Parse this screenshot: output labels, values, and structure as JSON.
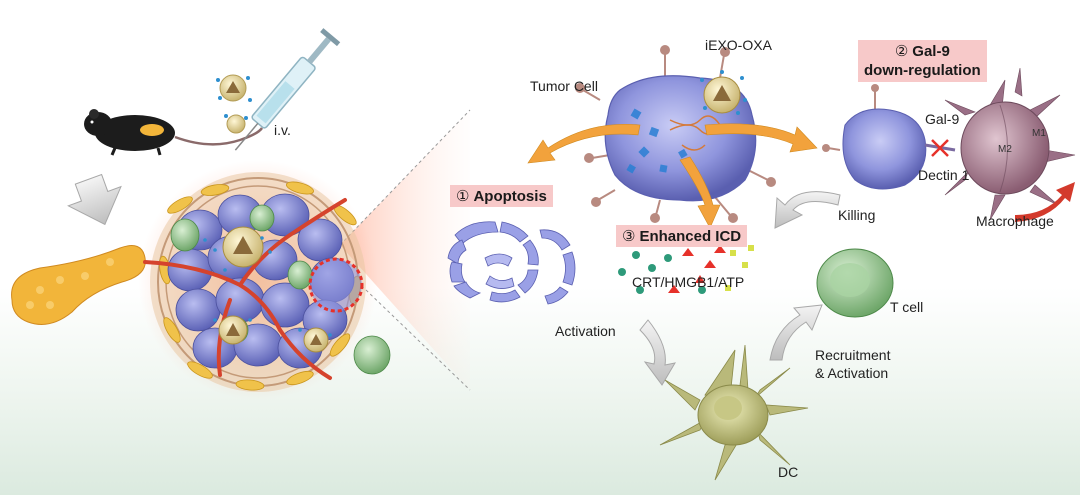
{
  "labels": {
    "iv": "i.v.",
    "tumor_cell": "Tumor Cell",
    "iexo_oxa": "iEXO-OXA",
    "step1_num": "①",
    "step1_text": "Apoptosis",
    "step2_num": "②",
    "step2_line1": "Gal-9",
    "step2_line2": "down-regulation",
    "step3_num": "③",
    "step3_text": "Enhanced ICD",
    "gal9": "Gal-9",
    "dectin1": "Dectin 1",
    "m1": "M1",
    "m2": "M2",
    "macrophage": "Macrophage",
    "killing": "Killing",
    "crt": "CRT/HMGB1/ATP",
    "t_cell": "T cell",
    "activation": "Activation",
    "recruitment_line1": "Recruitment",
    "recruitment_line2": "& Activation",
    "dc": "DC"
  },
  "colors": {
    "highlight_box": "#f7c9c9",
    "tumor_cell": "#8f95dd",
    "orange_arrow": "#f2a23c",
    "t_cell": "#8fbf88",
    "dc": "#c9c98a",
    "macrophage": "#9a6f86",
    "pancreas": "#f2b53a",
    "nanoparticle": "#e7d89a",
    "red_marker": "#d33a2c"
  }
}
